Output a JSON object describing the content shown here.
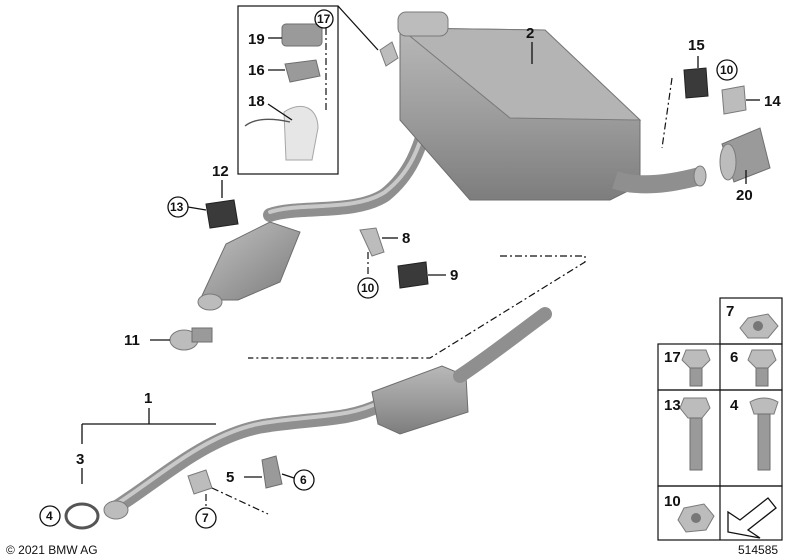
{
  "diagram": {
    "labels": {
      "p1": "1",
      "p2": "2",
      "p3": "3",
      "p4": "4",
      "p5": "5",
      "p6": "6",
      "p7": "7",
      "p8": "8",
      "p9": "9",
      "p10a": "10",
      "p10b": "10",
      "p11": "11",
      "p12": "12",
      "p13": "13",
      "p14": "14",
      "p15": "15",
      "p16": "16",
      "p17": "17",
      "p18": "18",
      "p19": "19",
      "p20": "20"
    }
  },
  "fastener_table": {
    "cells": [
      {
        "key": "c7",
        "label": "7"
      },
      {
        "key": "c17",
        "label": "17"
      },
      {
        "key": "c6",
        "label": "6"
      },
      {
        "key": "c13",
        "label": "13"
      },
      {
        "key": "c4",
        "label": "4"
      },
      {
        "key": "c10",
        "label": "10"
      }
    ]
  },
  "footer": {
    "copyright": "© 2021 BMW AG",
    "diagram_number": "514585"
  }
}
